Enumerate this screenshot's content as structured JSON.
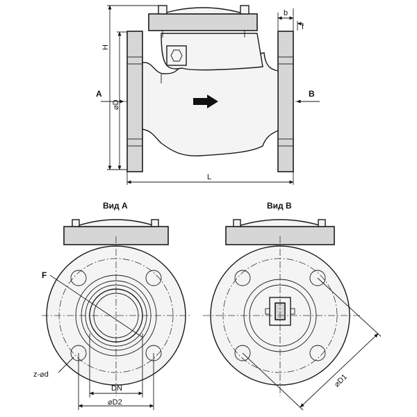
{
  "views": {
    "view_a_title": "Вид A",
    "view_b_title": "Вид B"
  },
  "labels": {
    "b": "b",
    "f": "f",
    "H": "H",
    "D": "⌀D",
    "A": "A",
    "B": "B",
    "L": "L",
    "F": "F",
    "zd": "z-⌀d",
    "DN": "DN",
    "D2": "⌀D2",
    "D1": "⌀D1"
  }
}
